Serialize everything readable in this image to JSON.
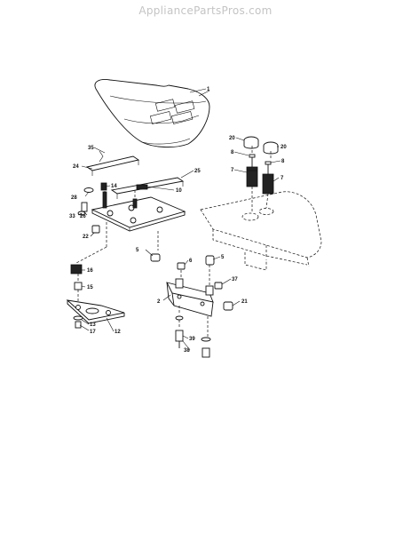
{
  "watermark": "AppliancePartsPros.com",
  "callouts": {
    "c1": "1",
    "c2": "2",
    "c5a": "5",
    "c5b": "5",
    "c6": "6",
    "c7a": "7",
    "c7b": "7",
    "c8a": "8",
    "c8b": "8",
    "c10": "10",
    "c12": "12",
    "c13": "13",
    "c14": "14",
    "c15": "15",
    "c16": "16",
    "c17": "17",
    "c20a": "20",
    "c20b": "20",
    "c21": "21",
    "c22": "22",
    "c24": "24",
    "c25": "25",
    "c26": "26",
    "c28": "28",
    "c33": "33",
    "c35": "35",
    "c37": "37",
    "c38": "38",
    "c39": "39"
  }
}
